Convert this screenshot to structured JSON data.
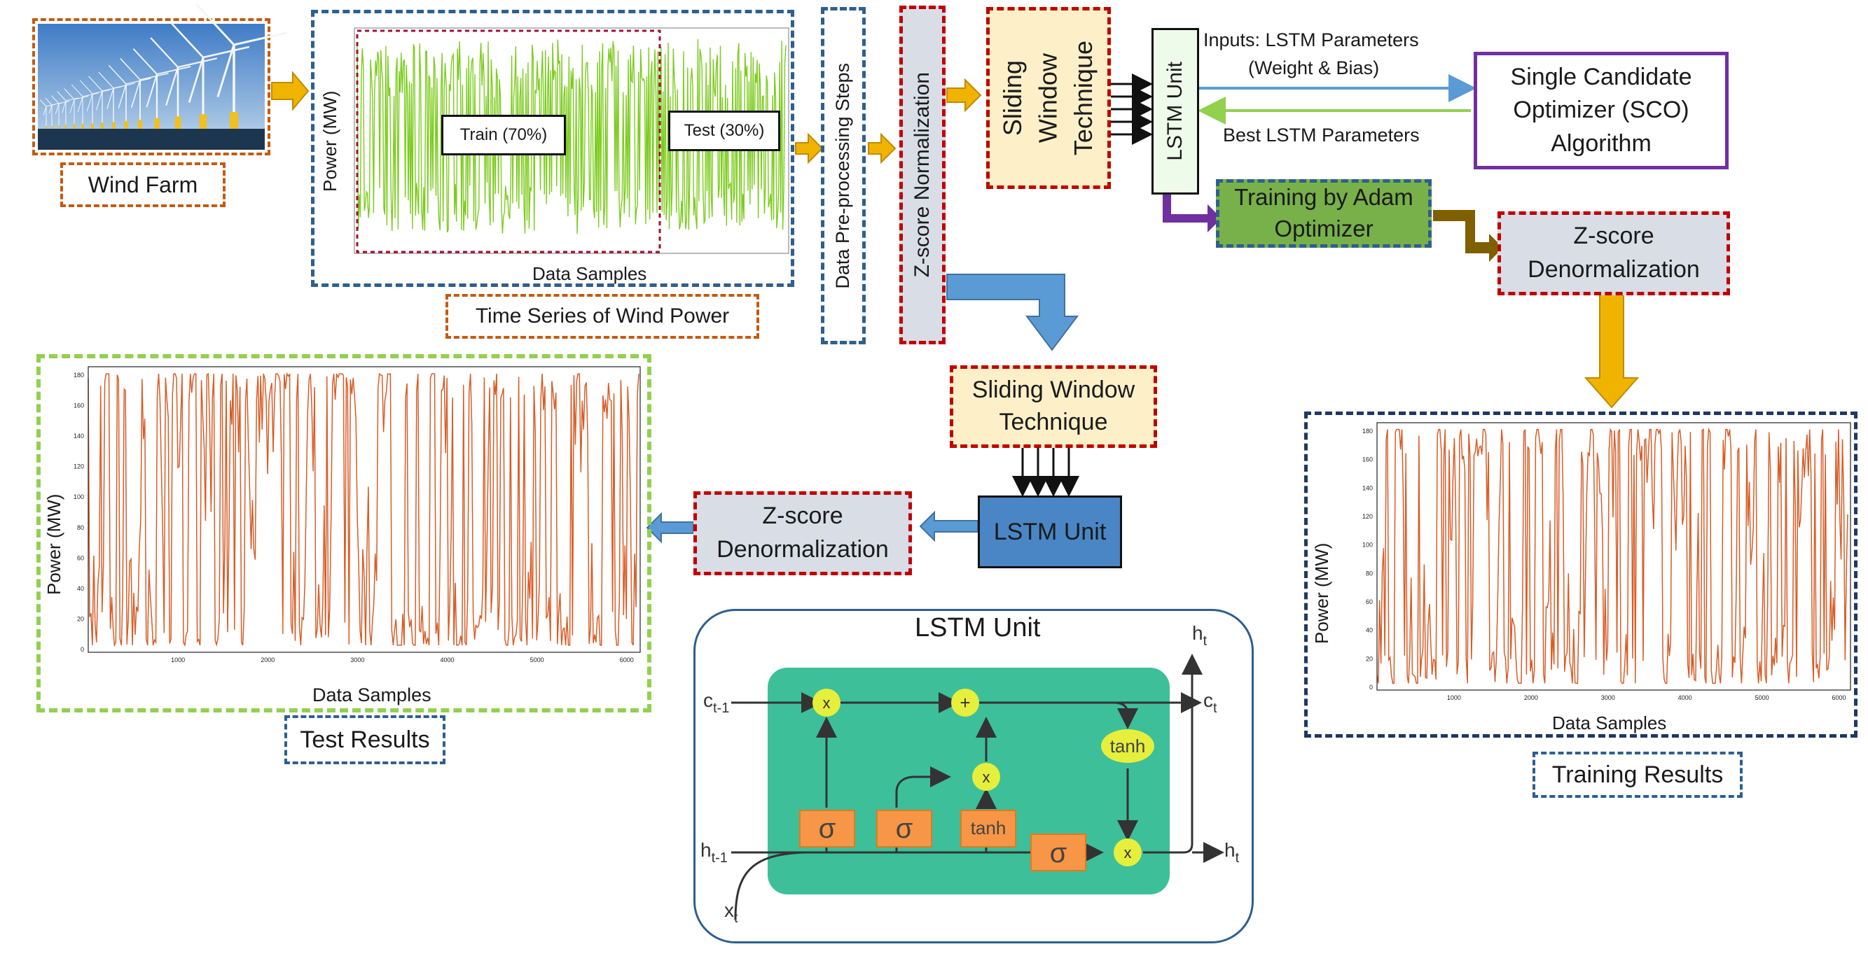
{
  "wind_farm": {
    "label": "Wind Farm"
  },
  "time_series": {
    "caption": "Time Series of Wind Power",
    "y_label": "Power (MW)",
    "x_label": "Data Samples",
    "train_label": "Train (70%)",
    "test_label": "Test (30%)"
  },
  "preprocessing": {
    "label": "Data Pre-processing Steps"
  },
  "zscore_norm": {
    "label": "Z-score Normalization"
  },
  "sliding_window_top": {
    "line1": "Sliding",
    "line2": "Window",
    "line3": "Technique"
  },
  "lstm_unit_top": {
    "label": "LSTM Unit"
  },
  "inputs_label": {
    "line1": "Inputs: LSTM Parameters",
    "line2": "(Weight & Bias)"
  },
  "best_params_label": "Best LSTM Parameters",
  "sco": {
    "line1": "Single Candidate",
    "line2": "Optimizer (SCO)",
    "line3": "Algorithm"
  },
  "adam": {
    "line1": "Training by Adam",
    "line2": "Optimizer"
  },
  "zscore_denorm_right": {
    "line1": "Z-score",
    "line2": "Denormalization"
  },
  "training_results": {
    "caption": "Training Results",
    "y_label": "Power (MW)",
    "x_label": "Data Samples",
    "x_ticks": [
      "1000",
      "2000",
      "3000",
      "4000",
      "5000",
      "6000"
    ],
    "y_ticks": [
      "0",
      "20",
      "40",
      "60",
      "80",
      "100",
      "120",
      "140",
      "160",
      "180"
    ]
  },
  "sliding_window_mid": {
    "line1": "Sliding Window",
    "line2": "Technique"
  },
  "lstm_unit_mid": {
    "label": "LSTM Unit"
  },
  "zscore_denorm_mid": {
    "line1": "Z-score",
    "line2": "Denormalization"
  },
  "test_results": {
    "caption": "Test Results",
    "y_label": "Power (MW)",
    "x_label": "Data Samples",
    "x_ticks": [
      "1000",
      "2000",
      "3000",
      "4000",
      "5000",
      "6000"
    ],
    "y_ticks": [
      "0",
      "20",
      "40",
      "60",
      "80",
      "100",
      "120",
      "140",
      "160",
      "180"
    ]
  },
  "lstm_cell": {
    "title": "LSTM Unit",
    "c_prev": "c",
    "c_prev_sub": "t-1",
    "h_prev": "h",
    "h_prev_sub": "t-1",
    "x_in": "x",
    "x_in_sub": "t",
    "c_out": "c",
    "c_out_sub": "t",
    "h_out": "h",
    "h_out_sub": "t",
    "h_top": "h",
    "h_top_sub": "t",
    "sigma": "σ",
    "tanh": "tanh",
    "mult": "x",
    "plus": "+"
  },
  "colors": {
    "orange_dash": "#c55a11",
    "blue_dash": "#2e5f8f",
    "red_dash": "#c00000",
    "green_dash": "#92d050",
    "navy_dash": "#1f3864",
    "purple": "#7030a0",
    "arrow_gold": "#f0b400",
    "arrow_blue": "#5b9bd5",
    "cell_green": "#3dbf9a",
    "gate_orange": "#f79646",
    "op_yellow": "#e6ef3c",
    "series_orange": "#e05a1e",
    "series_blue": "#3a7fc1",
    "series_green": "#7ccc1e"
  }
}
